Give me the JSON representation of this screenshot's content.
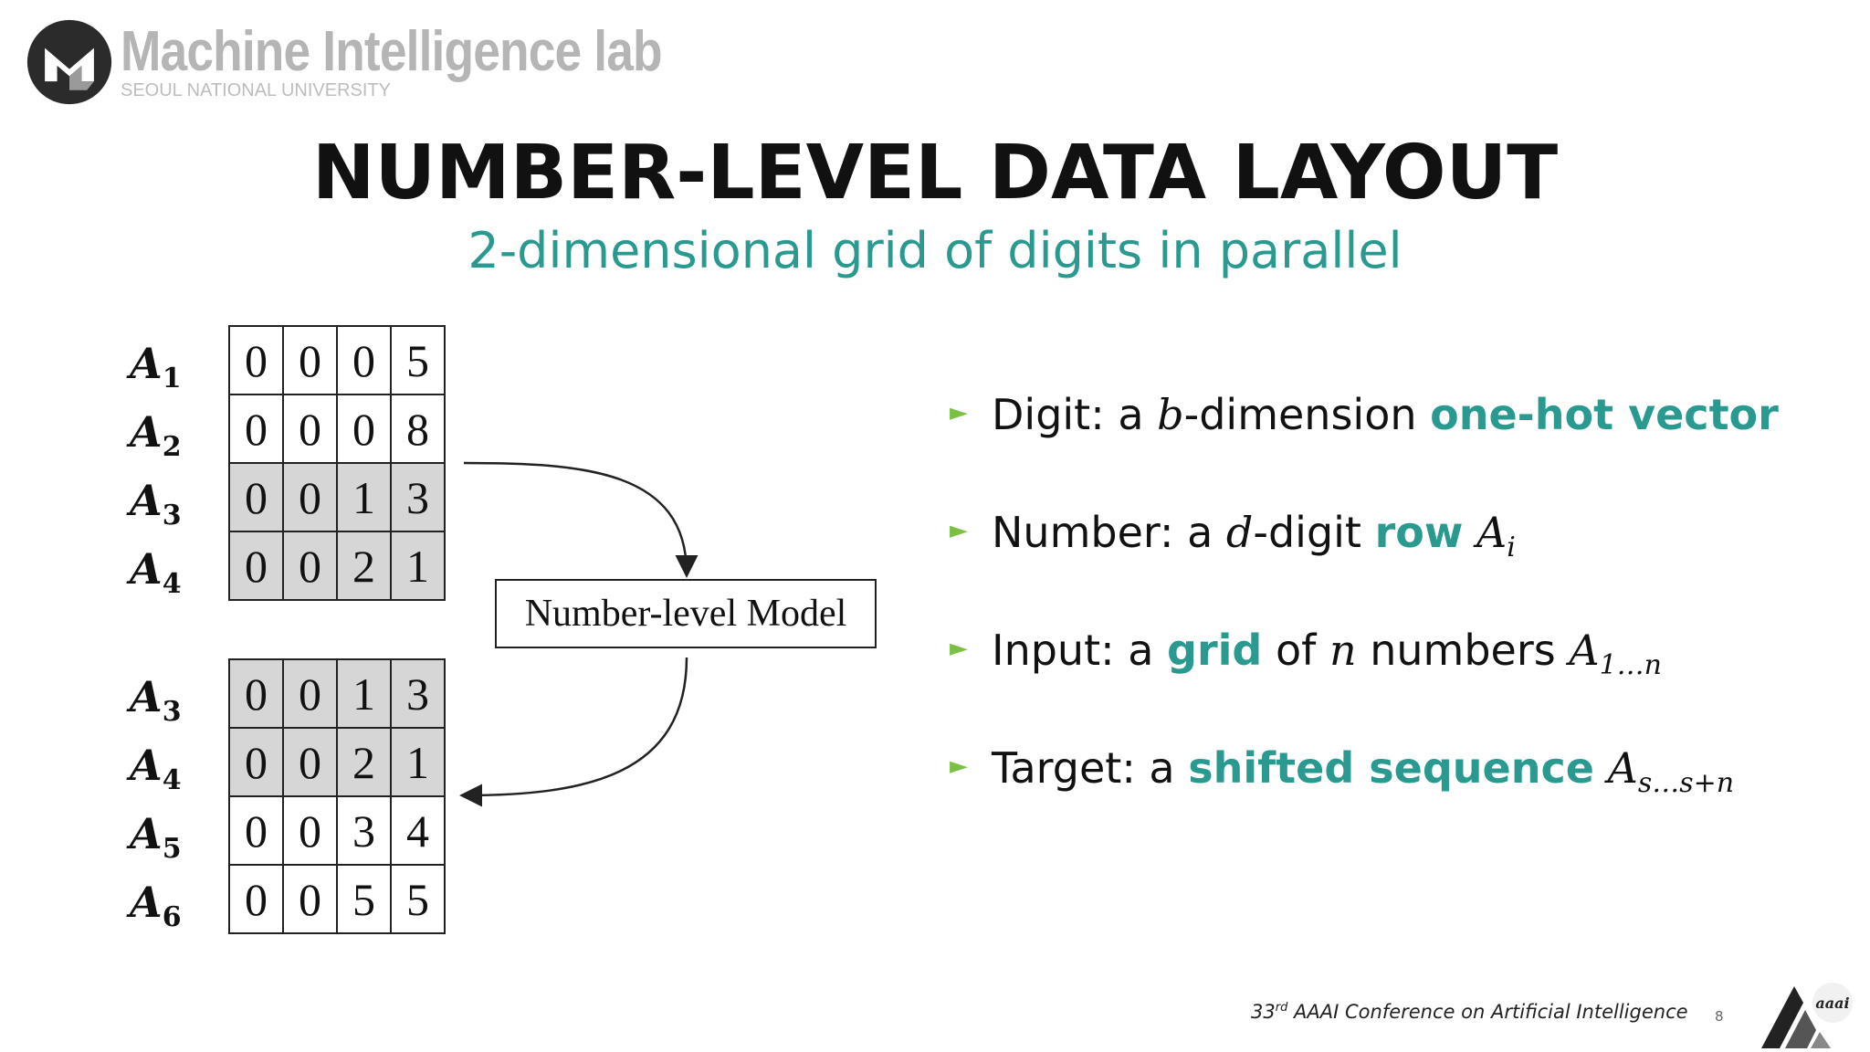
{
  "header": {
    "lab_name": "Machine Intelligence lab",
    "lab_sub": "SEOUL NATIONAL UNIVERSITY"
  },
  "slide": {
    "title": "NUMBER-LEVEL DATA LAYOUT",
    "subtitle": "2-dimensional grid of digits in parallel"
  },
  "diagram": {
    "model_label": "Number-level Model",
    "input_rows": [
      {
        "label": "A",
        "sub": "1",
        "digits": [
          "0",
          "0",
          "0",
          "5"
        ],
        "shaded": false
      },
      {
        "label": "A",
        "sub": "2",
        "digits": [
          "0",
          "0",
          "0",
          "8"
        ],
        "shaded": false
      },
      {
        "label": "A",
        "sub": "3",
        "digits": [
          "0",
          "0",
          "1",
          "3"
        ],
        "shaded": true
      },
      {
        "label": "A",
        "sub": "4",
        "digits": [
          "0",
          "0",
          "2",
          "1"
        ],
        "shaded": true
      }
    ],
    "output_rows": [
      {
        "label": "A",
        "sub": "3",
        "digits": [
          "0",
          "0",
          "1",
          "3"
        ],
        "shaded": true
      },
      {
        "label": "A",
        "sub": "4",
        "digits": [
          "0",
          "0",
          "2",
          "1"
        ],
        "shaded": true
      },
      {
        "label": "A",
        "sub": "5",
        "digits": [
          "0",
          "0",
          "3",
          "4"
        ],
        "shaded": false
      },
      {
        "label": "A",
        "sub": "6",
        "digits": [
          "0",
          "0",
          "5",
          "5"
        ],
        "shaded": false
      }
    ]
  },
  "bullets": [
    {
      "mark": "►",
      "pre": "Digit: a ",
      "m1": "b",
      "mid": "-dimension ",
      "hl": "one-hot vector",
      "post": "",
      "m2": "",
      "sub": ""
    },
    {
      "mark": "►",
      "pre": "Number: a ",
      "m1": "d",
      "mid": "-digit ",
      "hl": "row",
      "post": " ",
      "m2": "A",
      "sub": "i"
    },
    {
      "mark": "►",
      "pre": "Input: a ",
      "m1": "",
      "mid": "",
      "hl": "grid",
      "post": " of ",
      "m2": "n",
      "sub": ""
    },
    {
      "mark": "►",
      "pre": "Target: a ",
      "m1": "",
      "mid": "",
      "hl": "shifted sequence",
      "post": " ",
      "m2": "A",
      "sub": "s…s+n"
    }
  ],
  "bullet3_tail": {
    "text": " numbers ",
    "m": "A",
    "sub": "1…n"
  },
  "footer": {
    "ordinal": "33",
    "ordinal_sup": "rd",
    "conference": " AAAI Conference on Artificial Intelligence",
    "page": "8",
    "logo_text": "aaai"
  },
  "colors": {
    "accent": "#2a9a91",
    "bullet_mark": "#7ac143",
    "shade": "#d6d6d6"
  }
}
